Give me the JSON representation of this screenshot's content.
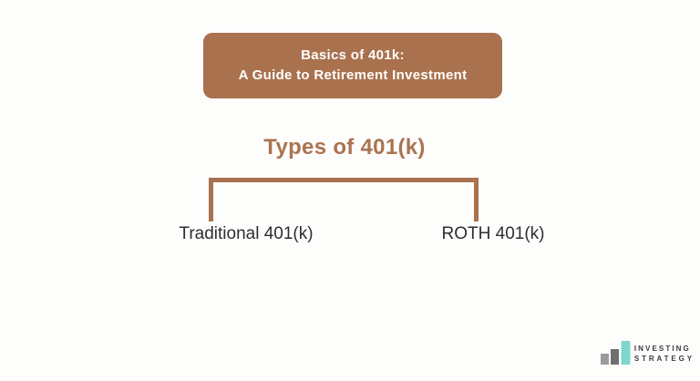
{
  "page": {
    "background_color": "#fdfdfc"
  },
  "header": {
    "line1": "Basics of 401k:",
    "line2": "A Guide to Retirement Investment",
    "bg_color": "#a9714d",
    "text_color": "#ffffff"
  },
  "diagram": {
    "title": "Types of 401(k)",
    "title_color": "#aa7350",
    "bracket_color": "#a9714d",
    "node_text_color": "#2e2e2e",
    "nodes": [
      {
        "label": "Traditional 401(k)"
      },
      {
        "label": "ROTH 401(k)"
      }
    ]
  },
  "logo": {
    "line1": "INVESTING",
    "line2": "STRATEGY",
    "bar_colors": [
      "#9b9b9b",
      "#6f6f6f",
      "#7ed6cd"
    ],
    "text_color": "#3d3d3d"
  }
}
